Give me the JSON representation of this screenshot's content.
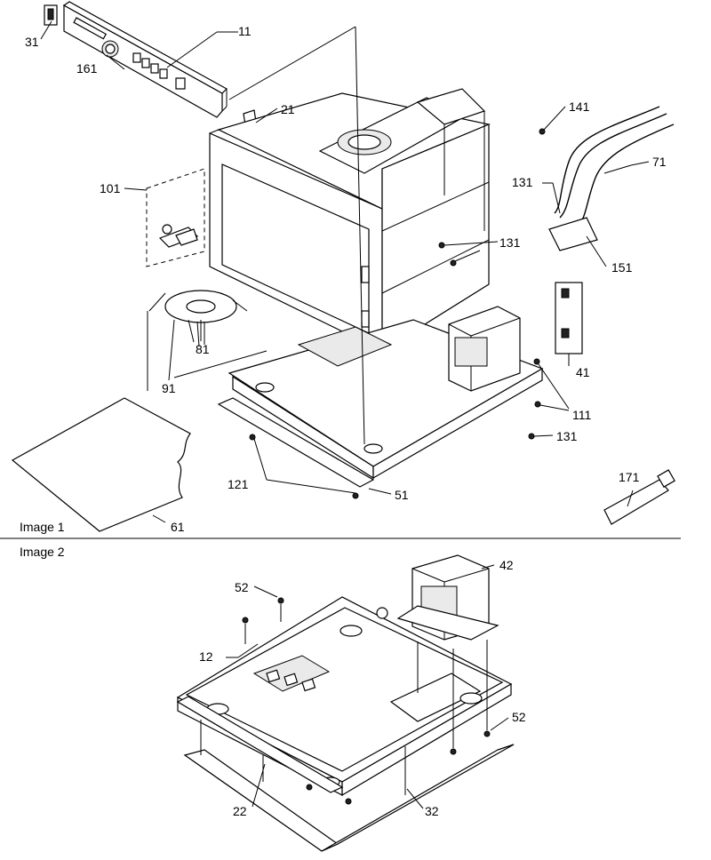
{
  "panels": [
    {
      "name": "Image 1",
      "callouts": [
        {
          "id": "c31",
          "text": "31"
        },
        {
          "id": "c11",
          "text": "11"
        },
        {
          "id": "c161",
          "text": "161"
        },
        {
          "id": "c21",
          "text": "21"
        },
        {
          "id": "c141",
          "text": "141"
        },
        {
          "id": "c101",
          "text": "101"
        },
        {
          "id": "c71",
          "text": "71"
        },
        {
          "id": "c131a",
          "text": "131"
        },
        {
          "id": "c131b",
          "text": "131"
        },
        {
          "id": "c151",
          "text": "151"
        },
        {
          "id": "c41",
          "text": "41"
        },
        {
          "id": "c91",
          "text": "91"
        },
        {
          "id": "c81",
          "text": "81"
        },
        {
          "id": "c111",
          "text": "111"
        },
        {
          "id": "c131c",
          "text": "131"
        },
        {
          "id": "c121",
          "text": "121"
        },
        {
          "id": "c51",
          "text": "51"
        },
        {
          "id": "c171",
          "text": "171"
        },
        {
          "id": "c61",
          "text": "61"
        }
      ]
    },
    {
      "name": "Image 2",
      "callouts": [
        {
          "id": "c52a",
          "text": "52"
        },
        {
          "id": "c42",
          "text": "42"
        },
        {
          "id": "c12",
          "text": "12"
        },
        {
          "id": "c52b",
          "text": "52"
        },
        {
          "id": "c22",
          "text": "22"
        },
        {
          "id": "c32",
          "text": "32"
        }
      ]
    }
  ]
}
